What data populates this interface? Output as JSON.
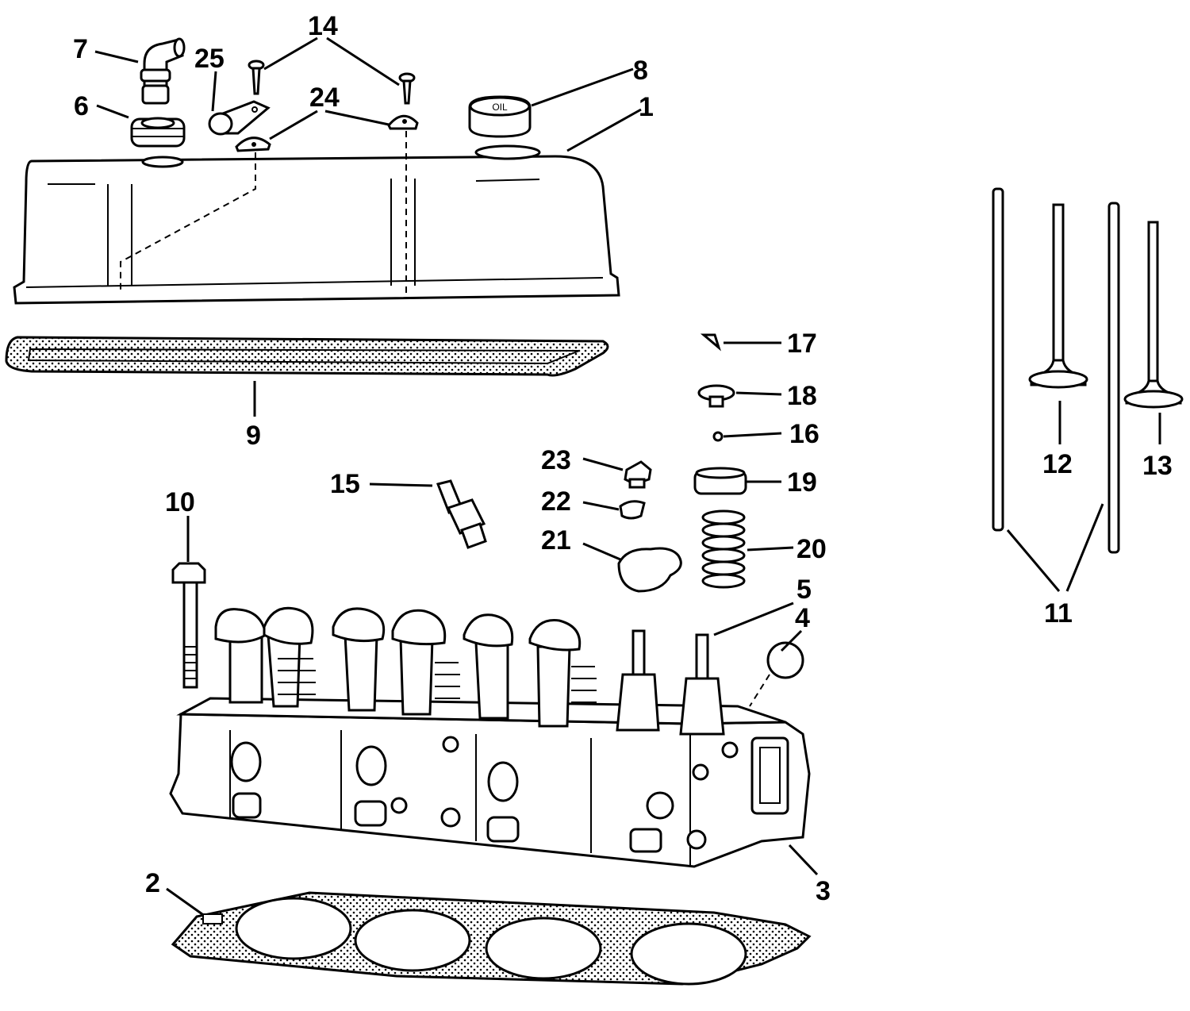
{
  "diagram": {
    "callouts": [
      {
        "id": "c1",
        "text": "1"
      },
      {
        "id": "c2",
        "text": "2"
      },
      {
        "id": "c3",
        "text": "3"
      },
      {
        "id": "c4",
        "text": "4"
      },
      {
        "id": "c5",
        "text": "5"
      },
      {
        "id": "c6",
        "text": "6"
      },
      {
        "id": "c7",
        "text": "7"
      },
      {
        "id": "c8",
        "text": "8"
      },
      {
        "id": "c9",
        "text": "9"
      },
      {
        "id": "c10",
        "text": "10"
      },
      {
        "id": "c11",
        "text": "11"
      },
      {
        "id": "c12",
        "text": "12"
      },
      {
        "id": "c13",
        "text": "13"
      },
      {
        "id": "c14",
        "text": "14"
      },
      {
        "id": "c15",
        "text": "15"
      },
      {
        "id": "c16",
        "text": "16"
      },
      {
        "id": "c17",
        "text": "17"
      },
      {
        "id": "c18",
        "text": "18"
      },
      {
        "id": "c19",
        "text": "19"
      },
      {
        "id": "c20",
        "text": "20"
      },
      {
        "id": "c21",
        "text": "21"
      },
      {
        "id": "c22",
        "text": "22"
      },
      {
        "id": "c23",
        "text": "23"
      },
      {
        "id": "c24",
        "text": "24"
      },
      {
        "id": "c25",
        "text": "25"
      }
    ],
    "oil_cap_text": "OIL"
  }
}
